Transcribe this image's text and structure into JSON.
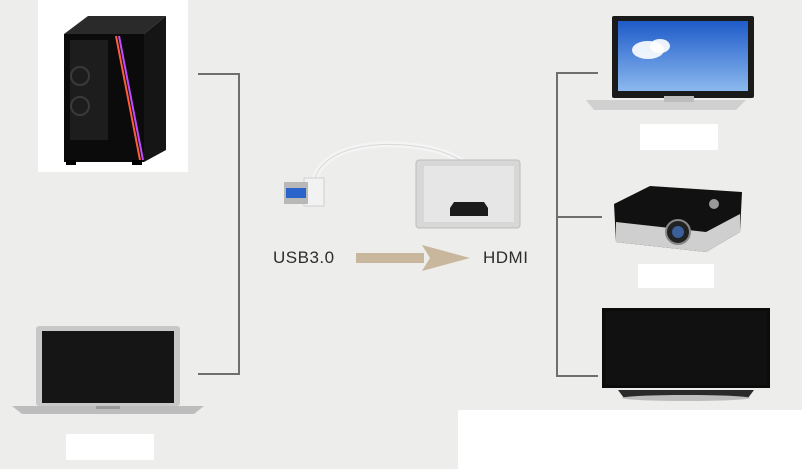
{
  "labels": {
    "source": "USB3.0",
    "target": "HDMI"
  },
  "devices": {
    "sources": [
      "desktop-pc-tower",
      "laptop"
    ],
    "displays": [
      "monitor",
      "projector",
      "tv"
    ]
  },
  "colors": {
    "background": "#ededec",
    "panel": "#ffffff",
    "connector_line": "#6f6f6f",
    "arrow": "#c9b79d",
    "usb_blue": "#2a63c9",
    "device_black": "#0c0c0c"
  }
}
